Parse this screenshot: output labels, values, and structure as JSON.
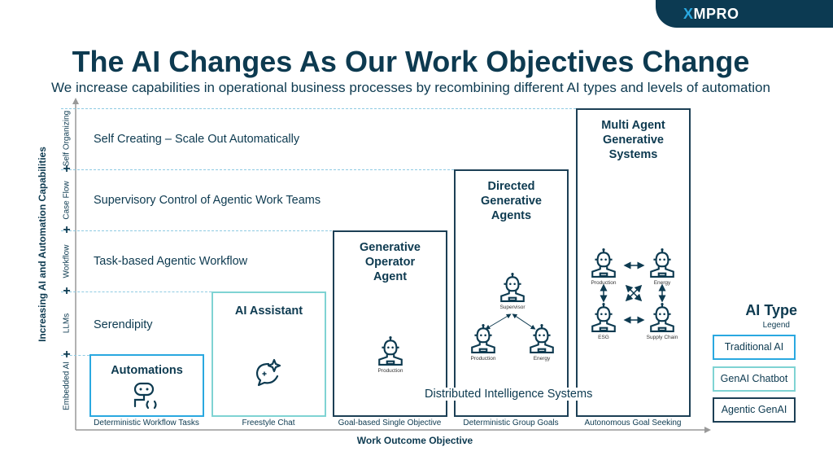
{
  "brand": {
    "logo": "XMPRO"
  },
  "header": {
    "title": "The AI Changes As Our Work Objectives Change",
    "subtitle": "We increase capabilities in operational business processes by recombining different AI types and levels of automation"
  },
  "y_axis": {
    "title": "Increasing AI and Automation Capabilities",
    "levels": [
      "Embedded AI",
      "LLMs",
      "Workflow",
      "Case Flow",
      "Self Organizing"
    ]
  },
  "bands": [
    "Serendipity",
    "Task-based Agentic Workflow",
    "Supervisory Control of Agentic Work Teams",
    "Self Creating – Scale Out Automatically"
  ],
  "x_axis": {
    "title": "Work Outcome Objective",
    "categories": [
      "Deterministic Workflow Tasks",
      "Freestyle Chat",
      "Goal-based Single Objective",
      "Deterministic Group Goals",
      "Autonomous Goal Seeking"
    ]
  },
  "boxes": [
    {
      "title": "Automations",
      "type": "Traditional AI"
    },
    {
      "title": "AI Assistant",
      "type": "GenAI Chatbot"
    },
    {
      "title": "Generative Operator Agent",
      "type": "Agentic GenAI",
      "agents": [
        "Production"
      ]
    },
    {
      "title": "Directed Generative Agents",
      "type": "Agentic GenAI",
      "agents": [
        "Supervisor",
        "Production",
        "Energy"
      ]
    },
    {
      "title": "Multi Agent Generative Systems",
      "type": "Agentic GenAI",
      "agents": [
        "Production",
        "Energy",
        "ESG",
        "Supply Chain"
      ]
    }
  ],
  "overlay_label": "Distributed Intelligence Systems",
  "legend": {
    "title": "AI Type",
    "subtitle": "Legend",
    "items": [
      {
        "label": "Traditional AI",
        "color": "#2aa8e0"
      },
      {
        "label": "GenAI Chatbot",
        "color": "#7fd3d3"
      },
      {
        "label": "Agentic GenAI",
        "color": "#1c3f55"
      }
    ]
  }
}
